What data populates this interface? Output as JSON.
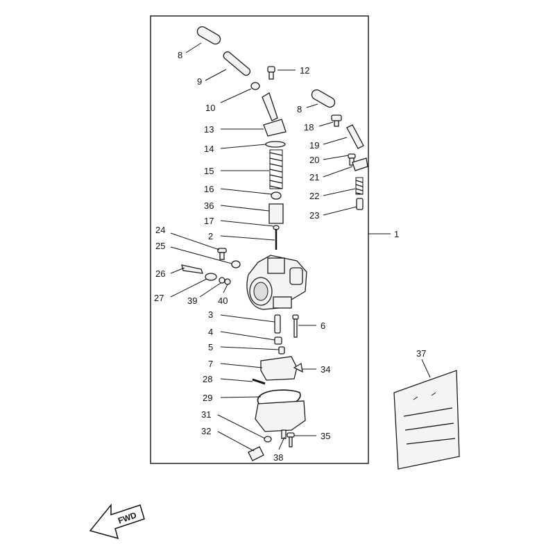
{
  "fwd_label": "FWD",
  "callouts": [
    {
      "id": "c8a",
      "label": "8"
    },
    {
      "id": "c9",
      "label": "9"
    },
    {
      "id": "c12",
      "label": "12"
    },
    {
      "id": "c10",
      "label": "10"
    },
    {
      "id": "c8b",
      "label": "8"
    },
    {
      "id": "c13",
      "label": "13"
    },
    {
      "id": "c18",
      "label": "18"
    },
    {
      "id": "c14",
      "label": "14"
    },
    {
      "id": "c19",
      "label": "19"
    },
    {
      "id": "c20",
      "label": "20"
    },
    {
      "id": "c15",
      "label": "15"
    },
    {
      "id": "c21",
      "label": "21"
    },
    {
      "id": "c16",
      "label": "16"
    },
    {
      "id": "c22",
      "label": "22"
    },
    {
      "id": "c36",
      "label": "36"
    },
    {
      "id": "c23",
      "label": "23"
    },
    {
      "id": "c17",
      "label": "17"
    },
    {
      "id": "c1",
      "label": "1"
    },
    {
      "id": "c24",
      "label": "24"
    },
    {
      "id": "c2",
      "label": "2"
    },
    {
      "id": "c25",
      "label": "25"
    },
    {
      "id": "c26",
      "label": "26"
    },
    {
      "id": "c27",
      "label": "27"
    },
    {
      "id": "c39",
      "label": "39"
    },
    {
      "id": "c40",
      "label": "40"
    },
    {
      "id": "c3",
      "label": "3"
    },
    {
      "id": "c6",
      "label": "6"
    },
    {
      "id": "c4",
      "label": "4"
    },
    {
      "id": "c5",
      "label": "5"
    },
    {
      "id": "c37",
      "label": "37"
    },
    {
      "id": "c7",
      "label": "7"
    },
    {
      "id": "c34",
      "label": "34"
    },
    {
      "id": "c28",
      "label": "28"
    },
    {
      "id": "c29",
      "label": "29"
    },
    {
      "id": "c31",
      "label": "31"
    },
    {
      "id": "c32",
      "label": "32"
    },
    {
      "id": "c35",
      "label": "35"
    },
    {
      "id": "c38",
      "label": "38"
    }
  ]
}
